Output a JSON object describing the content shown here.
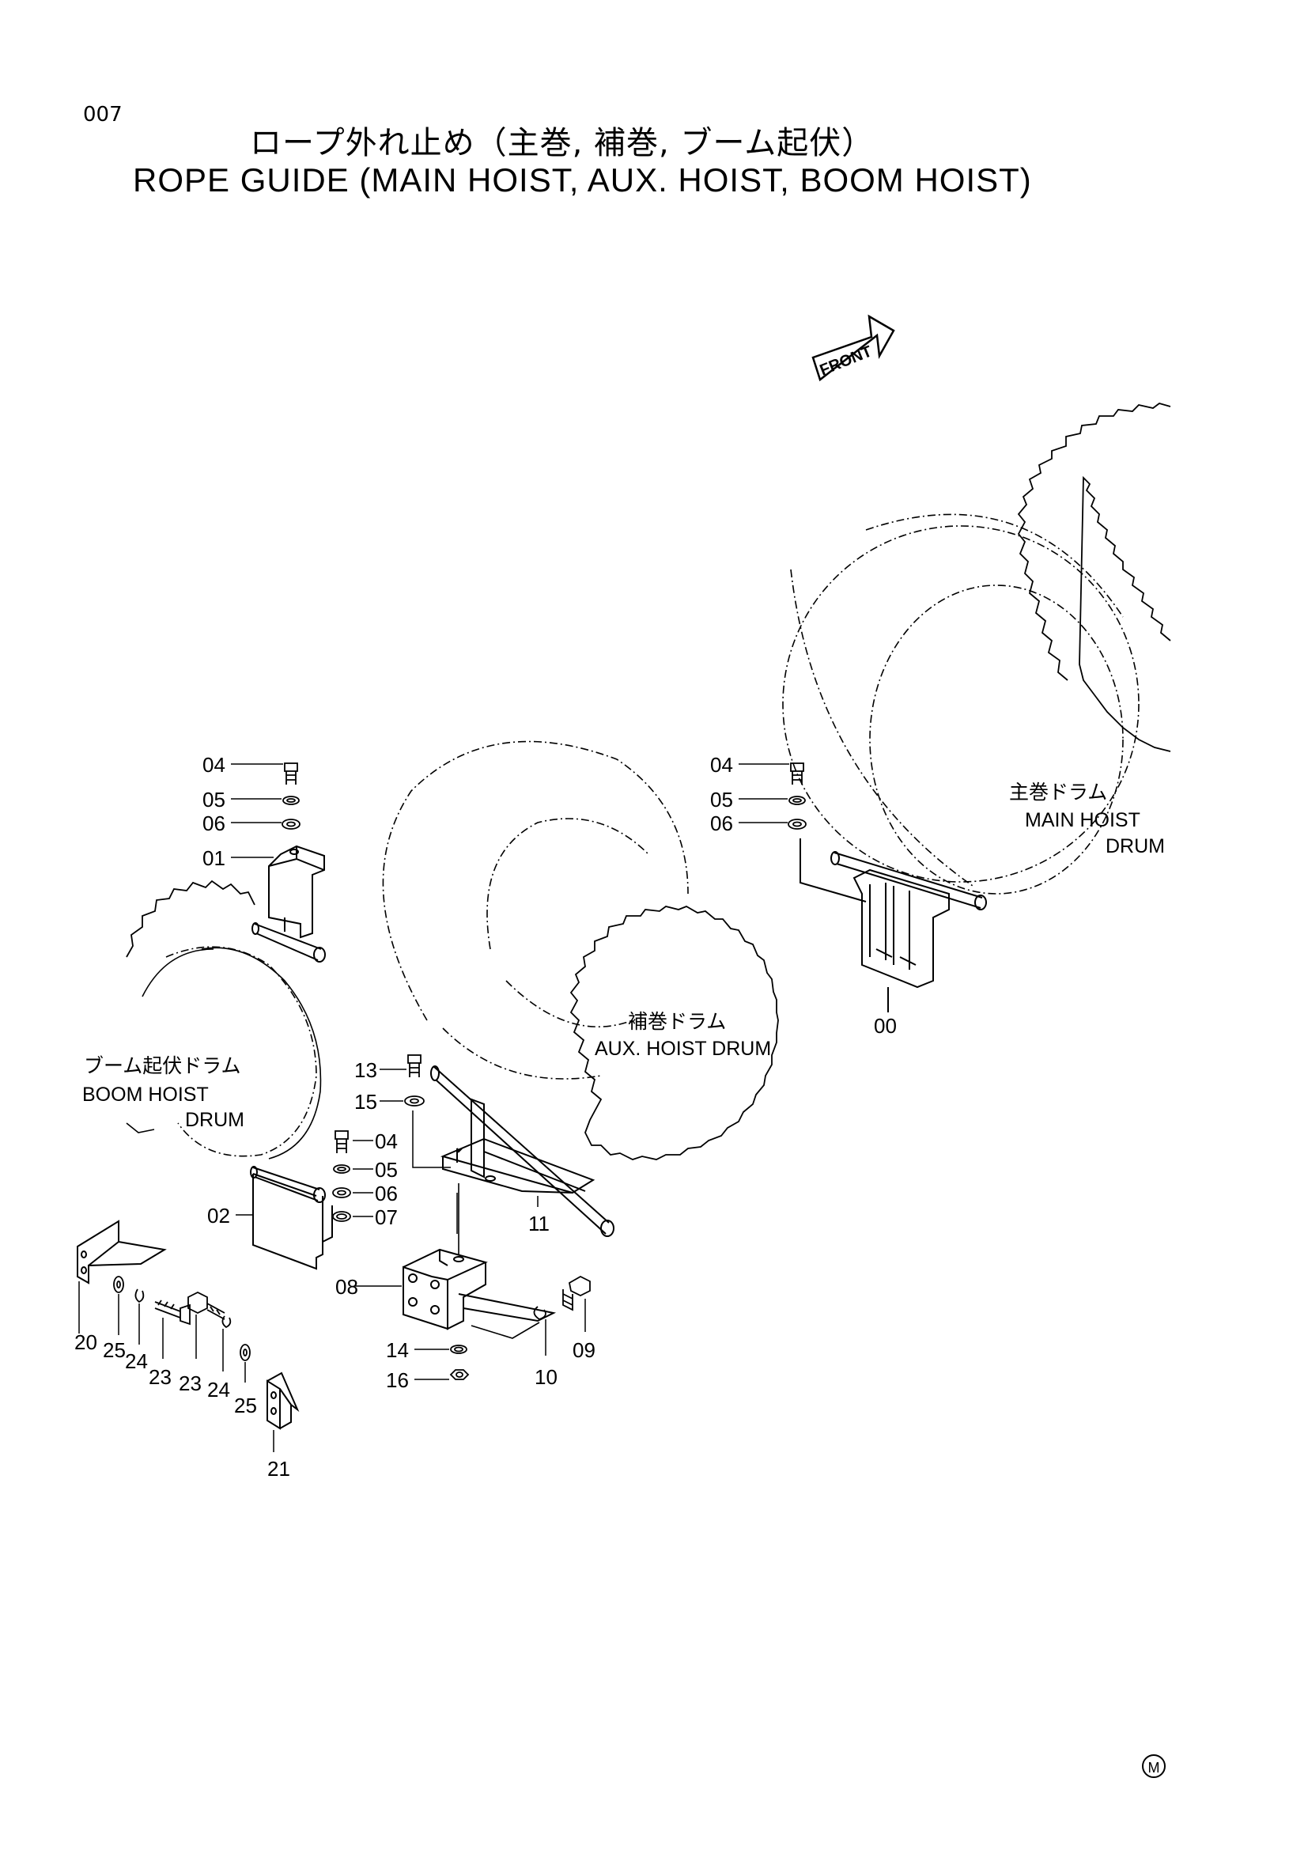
{
  "page_number": "007",
  "title_jp": "ロープ外れ止め（主巻, 補巻, ブーム起伏）",
  "title_en": "ROPE GUIDE (MAIN HOIST, AUX. HOIST, BOOM HOIST)",
  "front_label": "FRONT",
  "drums": {
    "main": {
      "jp": "主巻ドラム",
      "en1": "MAIN HOIST",
      "en2": "DRUM"
    },
    "aux": {
      "jp": "補巻ドラム",
      "en1": "AUX. HOIST DRUM"
    },
    "boom": {
      "jp": "ブーム起伏ドラム",
      "en1": "BOOM HOIST",
      "en2": "DRUM"
    }
  },
  "callouts": {
    "l_04": "04",
    "l_05": "05",
    "l_06": "06",
    "l_01": "01",
    "r_04": "04",
    "r_05": "05",
    "r_06": "06",
    "r_00": "00",
    "c_13": "13",
    "c_15": "15",
    "c_04": "04",
    "c_05": "05",
    "c_06": "06",
    "c_07": "07",
    "c_02": "02",
    "c_11": "11",
    "c_08": "08",
    "c_14": "14",
    "c_16": "16",
    "c_09": "09",
    "c_10": "10",
    "b_20": "20",
    "b_25a": "25",
    "b_24a": "24",
    "b_23a": "23",
    "b_23b": "23",
    "b_24b": "24",
    "b_25b": "25",
    "b_21": "21"
  },
  "corner_symbol": "M"
}
